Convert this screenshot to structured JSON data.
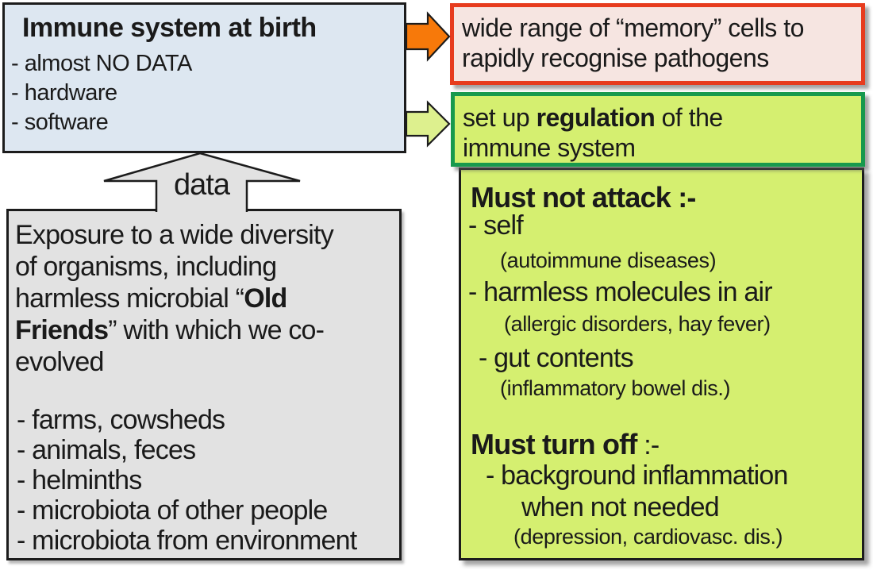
{
  "colors": {
    "blue_fill": "#dde7f1",
    "pink_fill": "#f6e5e1",
    "pink_border": "#e73c1e",
    "green_fill": "#d5ef70",
    "green_border": "#17994d",
    "gray_fill": "#e2e2e2",
    "orange_arrow": "#f7790a",
    "green_arrow": "#ddf08e",
    "box_border": "#1c1c1c",
    "text": "#1a1a1a"
  },
  "blue_box": {
    "title": "Immune system at birth",
    "items": [
      "- almost NO DATA",
      "- hardware",
      "- software"
    ]
  },
  "pink_box": {
    "lines": [
      "wide range of “memory” cells to",
      "rapidly recognise pathogens"
    ]
  },
  "regulation_box": {
    "line1_pre": "set up ",
    "line1_bold": "regulation",
    "line1_post": " of the",
    "line2": "immune system"
  },
  "must_box": {
    "header_attack": "Must not attack :-",
    "self": "- self",
    "self_note": "(autoimmune diseases)",
    "air": "- harmless molecules in air",
    "air_note": "(allergic disorders, hay fever)",
    "gut": "- gut contents",
    "gut_note": "(inflammatory bowel dis.)",
    "header_turnoff_bold": "Must turn off",
    "header_turnoff_rest": " :-",
    "background": "- background inflammation",
    "background2": "when not needed",
    "background_note": "(depression, cardiovasc. dis.)"
  },
  "data_arrow": {
    "label": "data"
  },
  "gray_box": {
    "para_l1": "Exposure to a wide diversity",
    "para_l2": "of organisms, including",
    "para_l3_pre": "harmless microbial “",
    "para_l3_bold": "Old",
    "para_l4_bold": "Friends",
    "para_l4_post": "” with which we co-",
    "para_l5": "evolved",
    "items": [
      "- farms, cowsheds",
      "- animals, feces",
      "- helminths",
      "- microbiota of other people",
      "- microbiota from environment"
    ]
  }
}
